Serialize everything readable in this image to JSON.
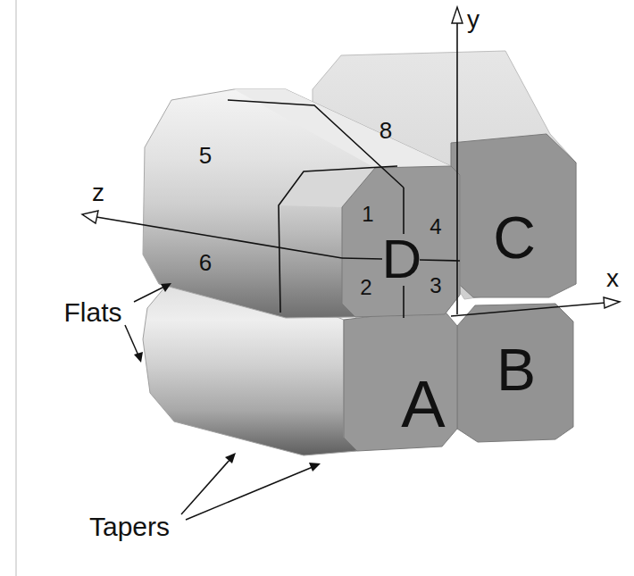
{
  "diagram": {
    "nodes": [
      {
        "text": [
          "D"
        ]
      },
      {
        "text": [
          "C"
        ]
      },
      {
        "text": [
          "A"
        ]
      },
      {
        "text": [
          "B"
        ]
      }
    ],
    "labels": [
      "y",
      "z",
      "x",
      "8",
      "5",
      "1",
      "4",
      "6",
      "2",
      "3",
      "Flats",
      "Tapers"
    ]
  }
}
